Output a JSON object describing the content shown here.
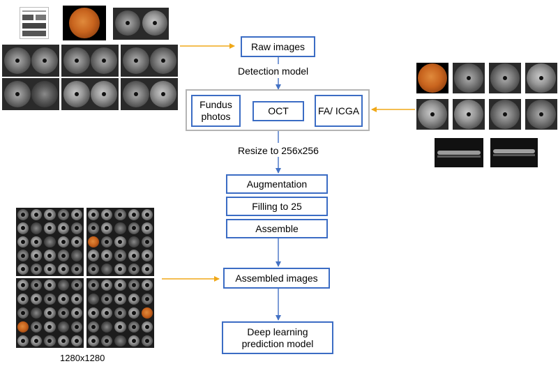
{
  "boxes": {
    "raw_images": "Raw images",
    "fundus_photos": "Fundus photos",
    "oct": "OCT",
    "fa_icga": "FA/ ICGA",
    "augmentation": "Augmentation",
    "filling": "Filling to 25",
    "assemble": "Assemble",
    "assembled_images": "Assembled images",
    "prediction_model": "Deep learning prediction model"
  },
  "labels": {
    "detection_model": "Detection model",
    "resize": "Resize to 256x256",
    "mosaic_size": "1280x1280"
  },
  "colors": {
    "box_border": "#3b6cc4",
    "arrow_blue": "#4472c4",
    "arrow_orange": "#f0a818",
    "group_border": "#b4b4b4"
  }
}
